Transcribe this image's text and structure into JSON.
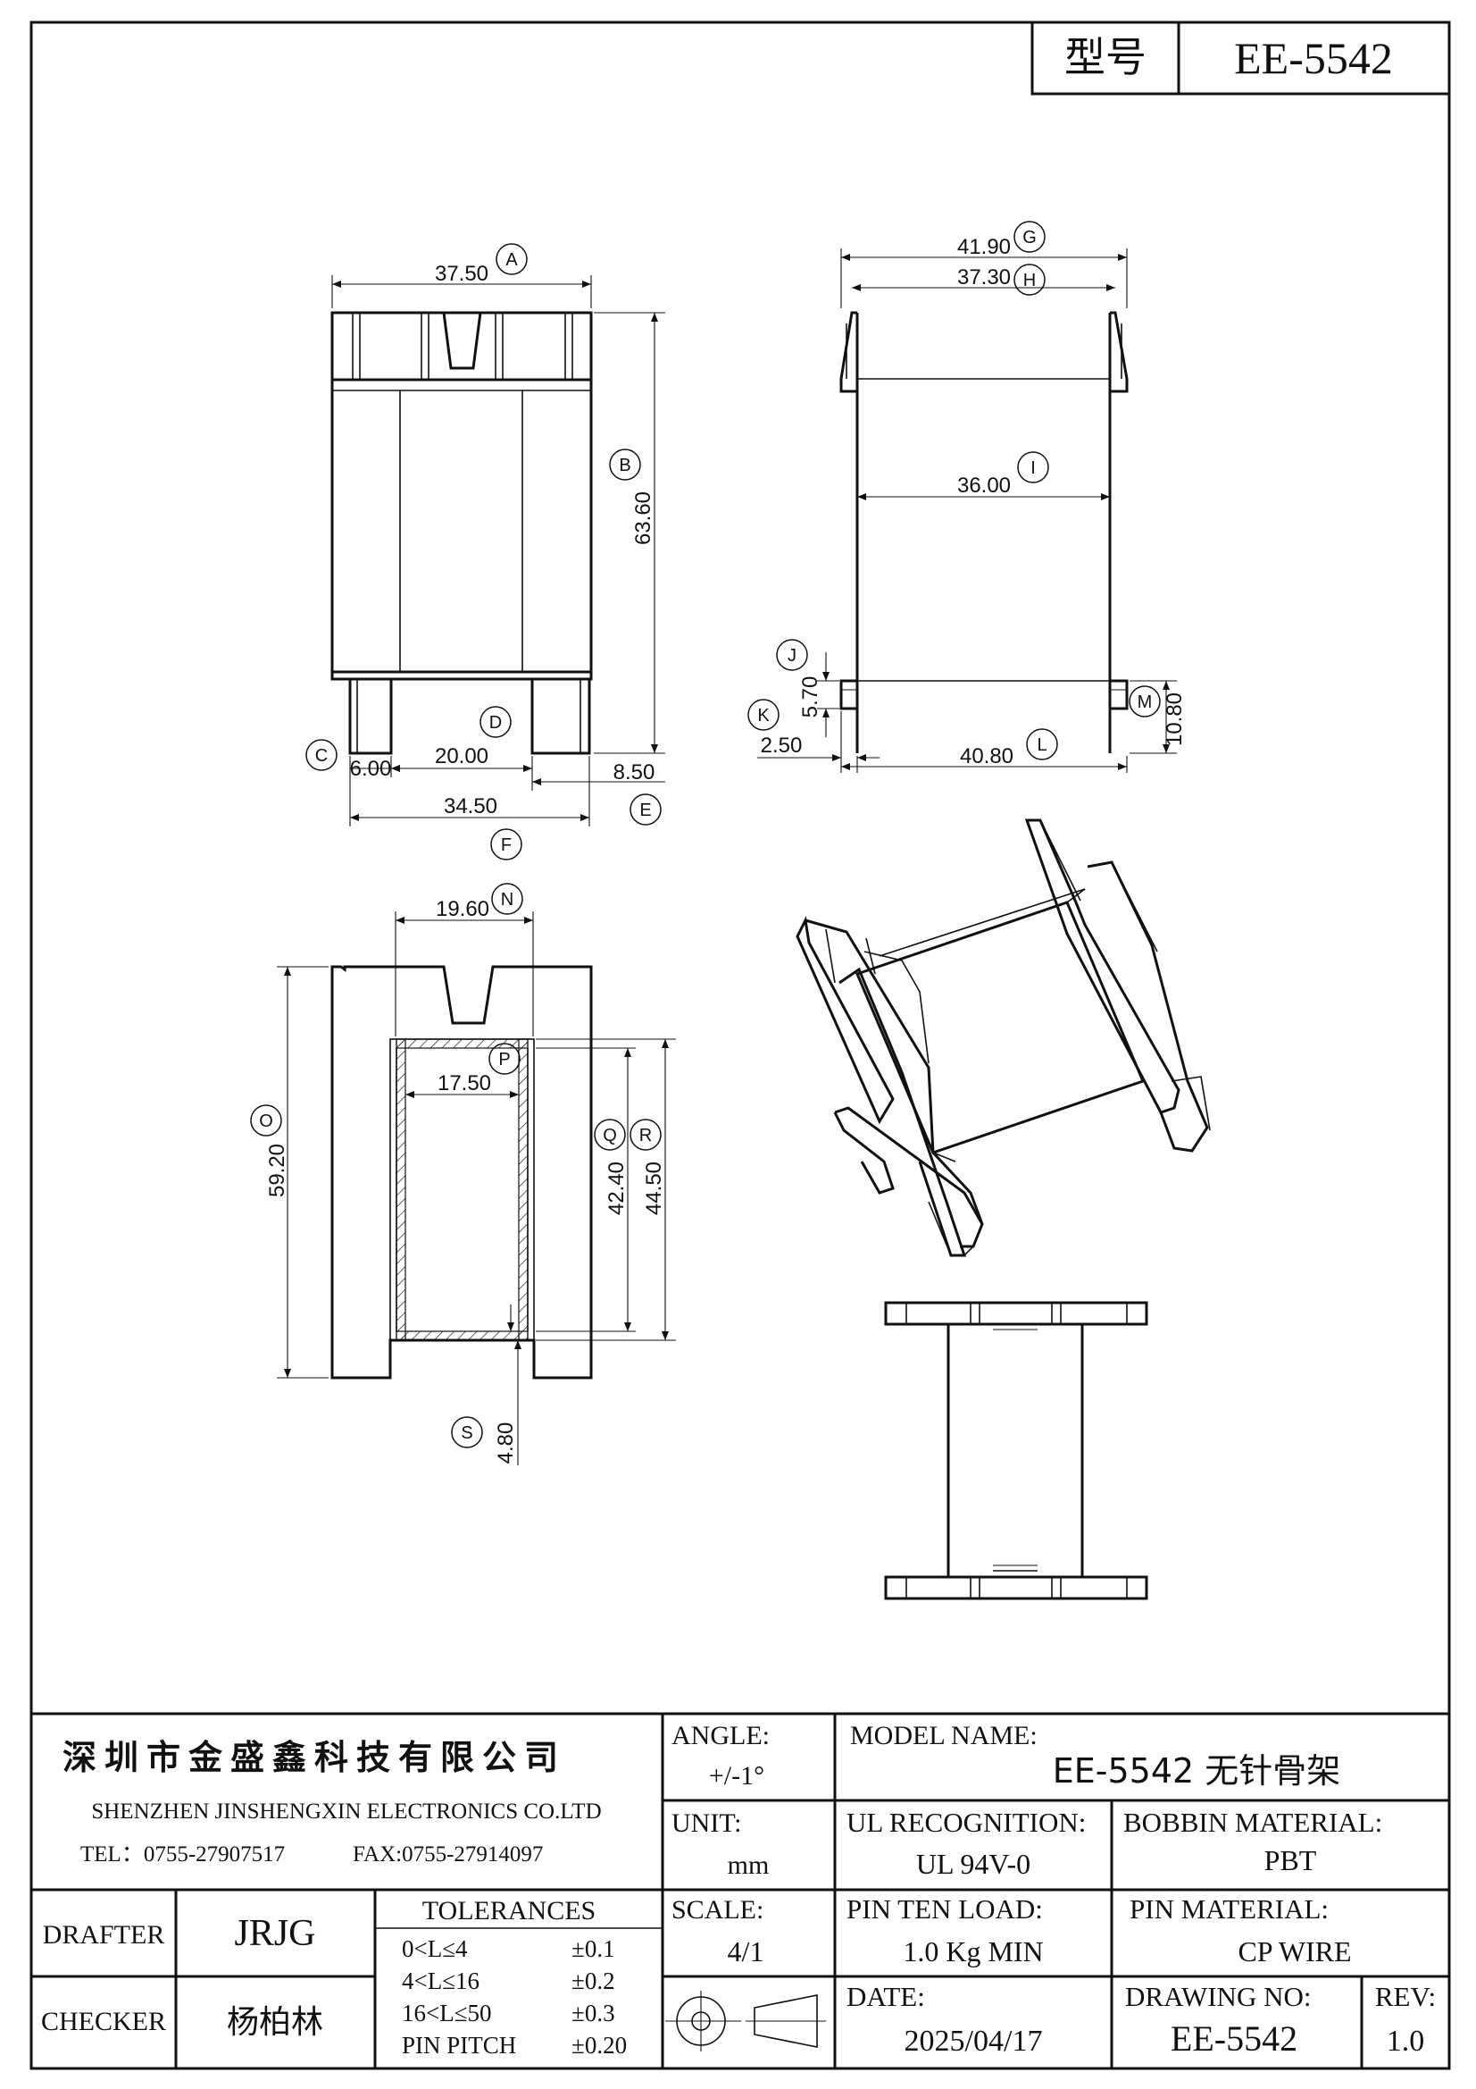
{
  "header": {
    "type_label": "型号",
    "model": "EE-5542"
  },
  "dimensions": {
    "A": "37.50",
    "B": "63.60",
    "C": "6.00",
    "D": "20.00",
    "E": "8.50",
    "F": "34.50",
    "G": "41.90",
    "H": "37.30",
    "I": "36.00",
    "J": "5.70",
    "K": "2.50",
    "L": "40.80",
    "M": "10.80",
    "N": "19.60",
    "O": "59.20",
    "P": "17.50",
    "Q": "42.40",
    "R": "44.50",
    "S": "4.80"
  },
  "letters": [
    "A",
    "B",
    "C",
    "D",
    "E",
    "F",
    "G",
    "H",
    "I",
    "J",
    "K",
    "L",
    "M",
    "N",
    "O",
    "P",
    "Q",
    "R",
    "S"
  ],
  "title_block": {
    "company_cn": "深圳市金盛鑫科技有限公司",
    "company_en": "SHENZHEN JINSHENGXIN ELECTRONICS CO.LTD",
    "tel": "TEL：0755-27907517",
    "fax": "FAX:0755-27914097",
    "angle_label": "ANGLE:",
    "angle_value": "+/-1°",
    "model_name_label": "MODEL NAME:",
    "model_name_value": "EE-5542 无针骨架",
    "unit_label": "UNIT:",
    "unit_value": "mm",
    "ul_label": "UL RECOGNITION:",
    "ul_value": "UL 94V-0",
    "bobbin_label": "BOBBIN MATERIAL:",
    "bobbin_value": "PBT",
    "drafter_label": "DRAFTER",
    "drafter_value": "JRJG",
    "checker_label": "CHECKER",
    "checker_value": "杨柏林",
    "tolerances_label": "TOLERANCES",
    "tolerances": [
      {
        "range": "0<L≤4",
        "value": "±0.1"
      },
      {
        "range": "4<L≤16",
        "value": "±0.2"
      },
      {
        "range": "16<L≤50",
        "value": "±0.3"
      },
      {
        "range": "PIN PITCH",
        "value": "±0.20"
      }
    ],
    "scale_label": "SCALE:",
    "scale_value": "4/1",
    "pin_load_label": "PIN TEN LOAD:",
    "pin_load_value": "1.0 Kg MIN",
    "pin_material_label": "PIN MATERIAL:",
    "pin_material_value": "CP WIRE",
    "date_label": "DATE:",
    "date_value": "2025/04/17",
    "drawing_no_label": "DRAWING NO:",
    "drawing_no_value": "EE-5542",
    "rev_label": "REV:",
    "rev_value": "1.0"
  }
}
